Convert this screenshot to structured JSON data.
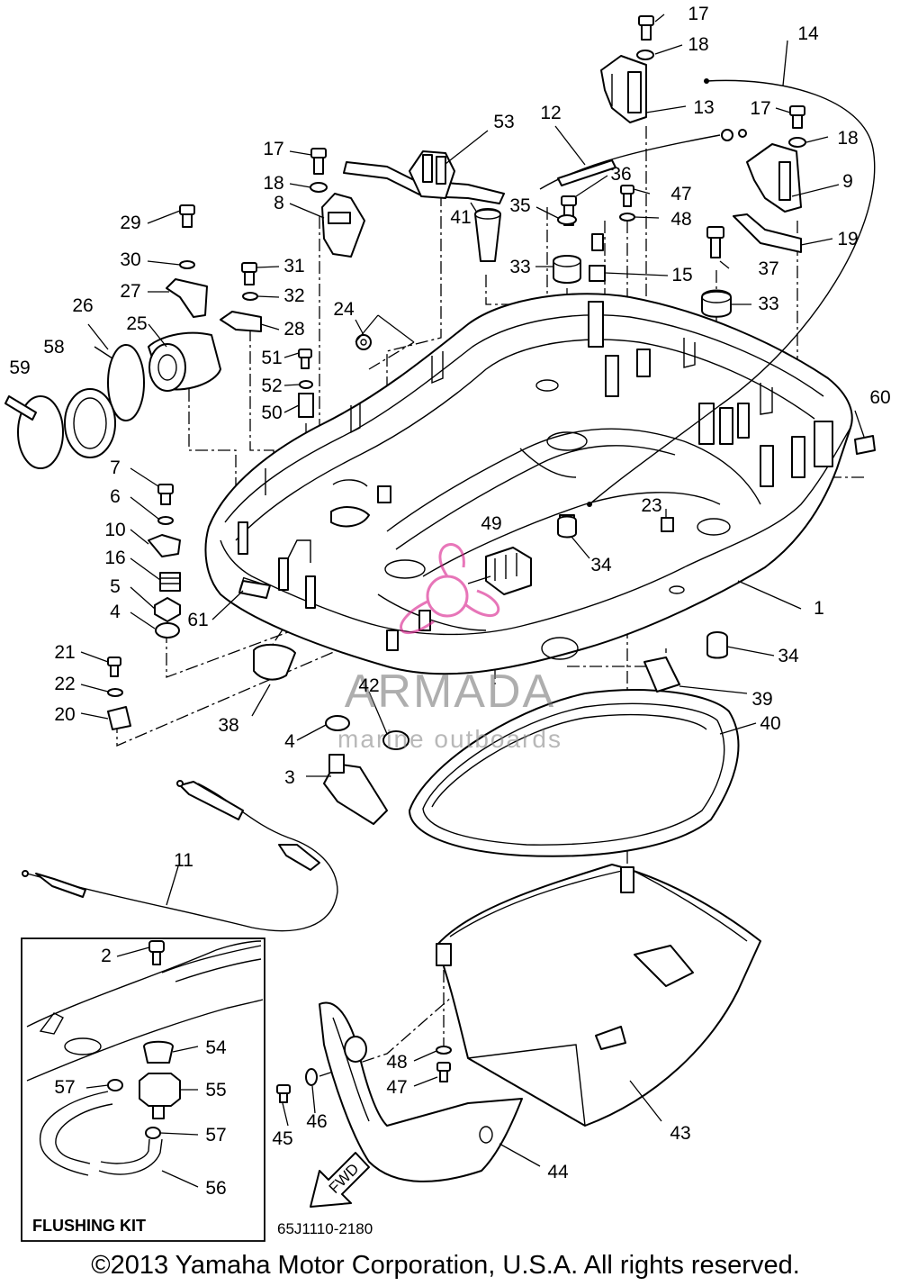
{
  "callouts": [
    "1",
    "2",
    "3",
    "4",
    "4",
    "5",
    "6",
    "7",
    "8",
    "9",
    "10",
    "11",
    "12",
    "13",
    "14",
    "15",
    "16",
    "17",
    "17",
    "17",
    "18",
    "18",
    "18",
    "19",
    "20",
    "21",
    "22",
    "23",
    "24",
    "25",
    "26",
    "27",
    "28",
    "29",
    "30",
    "31",
    "32",
    "33",
    "33",
    "34",
    "34",
    "35",
    "36",
    "37",
    "38",
    "39",
    "40",
    "41",
    "42",
    "43",
    "44",
    "45",
    "46",
    "47",
    "47",
    "48",
    "48",
    "49",
    "50",
    "51",
    "52",
    "53",
    "54",
    "55",
    "56",
    "57",
    "57",
    "58",
    "59",
    "60",
    "61"
  ],
  "inset": {
    "title": "FLUSHING KIT"
  },
  "fwd_label": "FWD",
  "drawing_code": "65J1110-2180",
  "watermark": {
    "title": "ARMADA",
    "subtitle": "marine outboards",
    "color": "#d81b8a"
  },
  "copyright": "©2013 Yamaha Motor Corporation, U.S.A. All rights reserved."
}
